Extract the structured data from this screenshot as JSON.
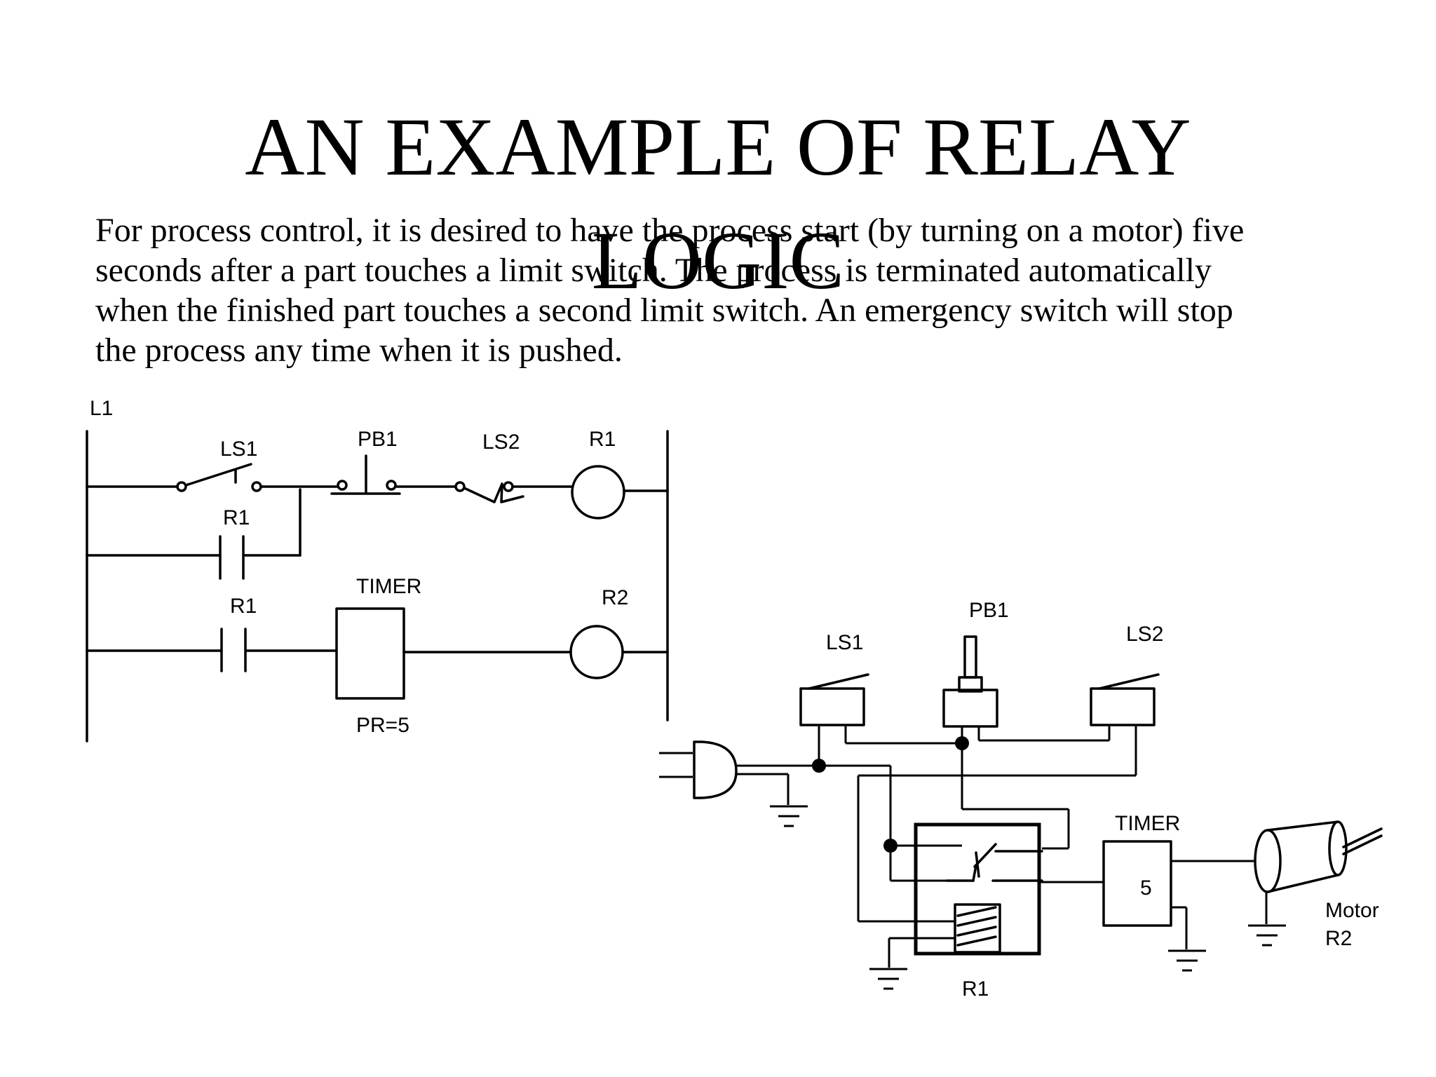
{
  "slide": {
    "title_line1": "AN EXAMPLE OF RELAY",
    "title_line2": "LOGIC",
    "body_lines": [
      "For process control, it is desired to have the process start (by turning on a motor) five",
      "seconds after a part touches a limit switch.  The process is terminated automatically",
      "when the finished part touches a second limit switch.  An emergency switch will stop",
      "the process any time when it is pushed."
    ]
  },
  "ladder": {
    "rail_label": "L1",
    "ls1": "LS1",
    "pb1": "PB1",
    "ls2": "LS2",
    "coil_r1": "R1",
    "seal_contact": "R1",
    "timer_contact": "R1",
    "timer": "TIMER",
    "preset": "PR=5",
    "coil_r2": "R2"
  },
  "wiring": {
    "ls1": "LS1",
    "pb1": "PB1",
    "ls2": "LS2",
    "timer": "TIMER",
    "timer_value": "5",
    "relay": "R1",
    "motor_line1": "Motor",
    "motor_line2": "R2"
  }
}
